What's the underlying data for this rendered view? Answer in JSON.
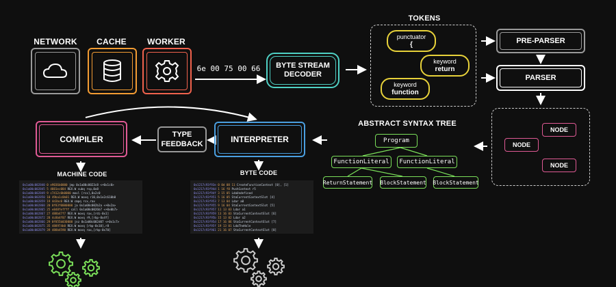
{
  "sources": [
    {
      "label": "NETWORK",
      "icon": "cloud-icon",
      "color": "#9a9a9a"
    },
    {
      "label": "CACHE",
      "icon": "database-icon",
      "color": "#f39c33"
    },
    {
      "label": "WORKER",
      "icon": "gear-icon",
      "color": "#f0624d"
    }
  ],
  "byte_stream": "6e 00 75 00 66",
  "decoder": {
    "label": "BYTE STREAM\nDECODER",
    "color": "#4fd1c5"
  },
  "tokens": {
    "title": "TOKENS",
    "items": [
      {
        "kind": "punctuator",
        "value": "{"
      },
      {
        "kind": "keyword",
        "value": "return"
      },
      {
        "kind": "keyword",
        "value": "function"
      }
    ],
    "color": "#e8d23a"
  },
  "preparser": {
    "label": "PRE-PARSER",
    "color": "#9a9a9a"
  },
  "parser": {
    "label": "PARSER",
    "color": "#ffffff"
  },
  "nodes_box": {
    "items": [
      "NODE",
      "NODE",
      "NODE"
    ],
    "color": "#e05a95"
  },
  "ast": {
    "title": "ABSTRACT SYNTAX TREE",
    "root": "Program",
    "level1": [
      "FunctionLiteral",
      "FunctionLiteral"
    ],
    "level2": [
      "ReturnStatement",
      "BlockStatement",
      "BlockStatement"
    ],
    "color": "#7be05a"
  },
  "interpreter": {
    "label": "INTERPRETER",
    "color": "#4a9fe0"
  },
  "type_feedback": {
    "label": "TYPE\nFEEDBACK",
    "color": "#9a9a9a"
  },
  "compiler": {
    "label": "COMPILER",
    "color": "#e05a95"
  },
  "machine_code": {
    "title": "MACHINE CODE",
    "rows": [
      [
        "0x1a00c002840",
        "0",
        "e9036b0000",
        "jmp 0x1a00c0023c8  <+0x1c0>"
      ],
      [
        "0x1a00c002845",
        "5",
        "4881ec084",
        "REX.W subq rsp,0x8"
      ],
      [
        "0x1a00c002849",
        "9",
        "c7412c0b0000",
        "movl [rcx],0x2c0"
      ],
      [
        "0x1a00c002850",
        "10",
        "49ba1c0b01",
        "REX.W movq r10,0x1e2c610b0"
      ],
      [
        "0x1a00c002859",
        "19",
        "4d3bc0",
        "REX.W cmpq rcx,rax"
      ],
      [
        "0x1a00c002860",
        "20",
        "0f83f0000000",
        "ja 0x1a00c002b2a  <+0x2a>"
      ],
      [
        "0x1a00c002865",
        "25",
        "e848feffff",
        "call 0x1a00c0026b7  <+0x0b7>"
      ],
      [
        "0x1a00c002867",
        "27",
        "488b47f7",
        "REX.W movq rax,[rdi-0x1]"
      ],
      [
        "0x1a00c002872",
        "28",
        "4c8b4f07",
        "REX.W movq r9,[rbp-0x4f]"
      ],
      [
        "0x1a00c002866",
        "29",
        "0f855b030000",
        "jnz 0x1a00c002d07  <+0x1c7>"
      ],
      [
        "0x1a00c002875",
        "35",
        "488974b0",
        "REX.W movq [rbp-0x10],r8"
      ],
      [
        "0x1a00c002879",
        "39",
        "488b4590",
        "REX.W movq rax,[rbp-0x70]"
      ]
    ]
  },
  "byte_code": {
    "title": "BYTE CODE",
    "rows": [
      [
        "0x1217c93f93e",
        "0",
        "0d 08 11",
        "CreateFunctionContext [0], [1]"
      ],
      [
        "0x1217c93f94d",
        "1",
        "16 f8",
        "PushContext r5"
      ],
      [
        "0x1217c93f94f",
        "3",
        "15 05",
        "LdaUndefined"
      ],
      [
        "0x1217c93f951",
        "5",
        "16 05",
        "StaCurrentContextSlot [4]"
      ],
      [
        "0x1217c93f953",
        "7",
        "13 04",
        "Ldar a0"
      ],
      [
        "0x1217c93f955",
        "9",
        "16 04",
        "StaCurrentContextSlot [5]"
      ],
      [
        "0x1217c93f957",
        "11",
        "13 03",
        "Ldar a1"
      ],
      [
        "0x1217c93f959",
        "13",
        "16 03",
        "StaCurrentContextSlot [6]"
      ],
      [
        "0x1217c93f95b",
        "15",
        "13 02",
        "Ldar a2"
      ],
      [
        "0x1217c93f95d",
        "17",
        "16 06",
        "StaCurrentContextSlot [7]"
      ],
      [
        "0x1217c93f95f",
        "19",
        "13 01",
        "LdaTheHole"
      ],
      [
        "0x1217c93f961",
        "21",
        "16 07",
        "StaCurrentContextSlot [8]"
      ]
    ]
  },
  "gear_colors": {
    "compiled": "#7be05a",
    "interpreted": "#cccccc"
  }
}
